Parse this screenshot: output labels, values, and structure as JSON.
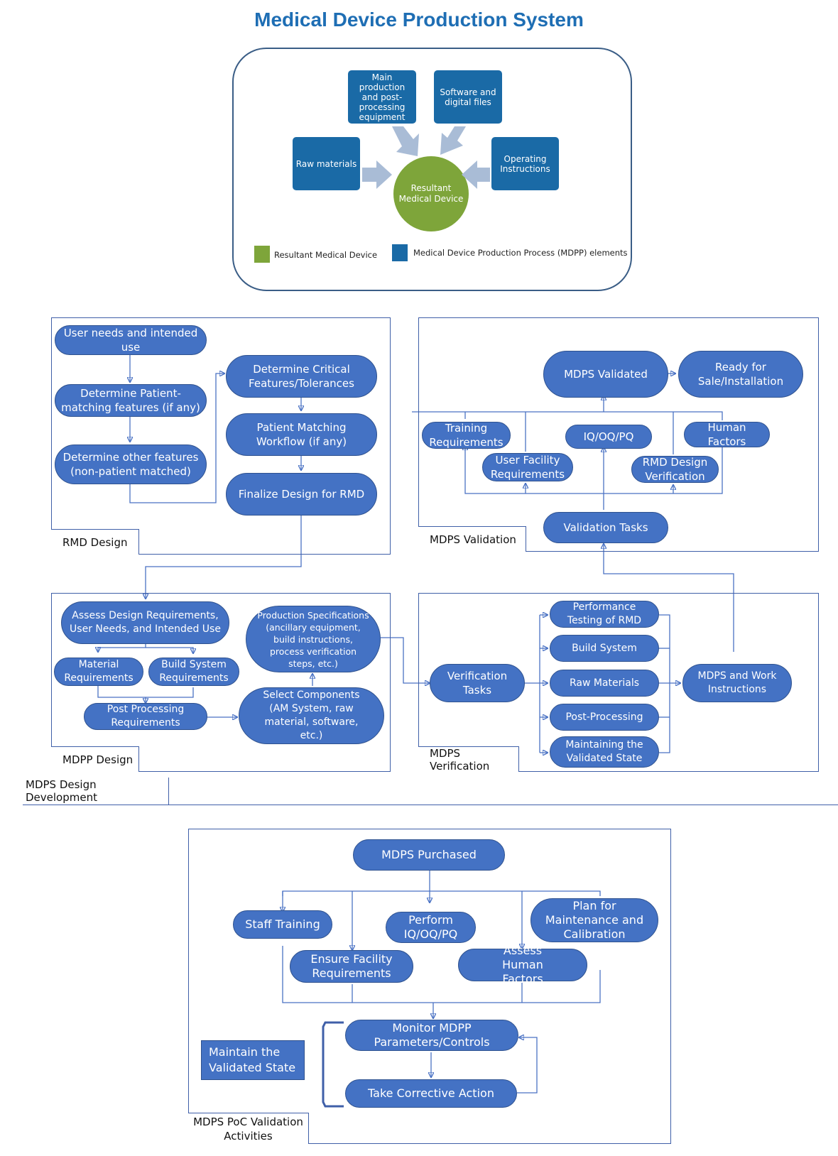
{
  "title": "Medical Device Production System",
  "top": {
    "main_equipment": "Main production and post-processing equipment",
    "software": "Software and digital files",
    "raw_materials": "Raw materials",
    "operating": "Operating Instructions",
    "resultant": "Resultant Medical Device",
    "legend_green": "Resultant Medical Device",
    "legend_blue": "Medical Device Production Process (MDPP) elements",
    "colors": {
      "green": "#7ea53a",
      "blue": "#1a6aa6"
    }
  },
  "rmd_design": {
    "label": "RMD Design",
    "user_needs": "User needs and intended use",
    "patient_matching_features": "Determine Patient-matching features (if any)",
    "other_features": "Determine other features (non-patient matched)",
    "critical_features": "Determine Critical Features/Tolerances",
    "patient_workflow": "Patient Matching Workflow (if any)",
    "finalize": "Finalize Design for RMD"
  },
  "mdps_validation": {
    "label": "MDPS Validation",
    "validated": "MDPS Validated",
    "ready": "Ready for Sale/Installation",
    "training": "Training Requirements",
    "iq_oq_pq": "IQ/OQ/PQ",
    "human_factors": "Human Factors",
    "user_facility": "User Facility Requirements",
    "rmd_verification": "RMD Design Verification",
    "validation_tasks": "Validation Tasks"
  },
  "mdpp_design": {
    "label": "MDPP Design",
    "assess": "Assess Design Requirements, User Needs, and Intended Use",
    "material_req": "Material Requirements",
    "build_req": "Build System Requirements",
    "post_req": "Post Processing Requirements",
    "production_specs": "Production Specifications (ancillary equipment, build instructions, process verification steps, etc.)",
    "select_components": "Select Components (AM System, raw material, software, etc.)"
  },
  "mdps_verification": {
    "label": "MDPS Verification",
    "verification_tasks": "Verification Tasks",
    "performance": "Performance Testing of RMD",
    "build_system": "Build System",
    "raw_materials": "Raw Materials",
    "post_processing": "Post-Processing",
    "maintaining": "Maintaining the Validated State",
    "mdps_work": "MDPS and Work Instructions"
  },
  "design_development_label": "MDPS Design Development",
  "poc": {
    "label": "MDPS PoC Validation Activities",
    "purchased": "MDPS Purchased",
    "staff_training": "Staff Training",
    "perform_iq": "Perform IQ/OQ/PQ",
    "plan_maintenance": "Plan for Maintenance and Calibration",
    "ensure_facility": "Ensure Facility Requirements",
    "assess_human": "Assess Human Factors",
    "monitor": "Monitor  MDPP Parameters/Controls",
    "corrective": "Take Corrective Action",
    "maintain_state": "Maintain the Validated State"
  }
}
